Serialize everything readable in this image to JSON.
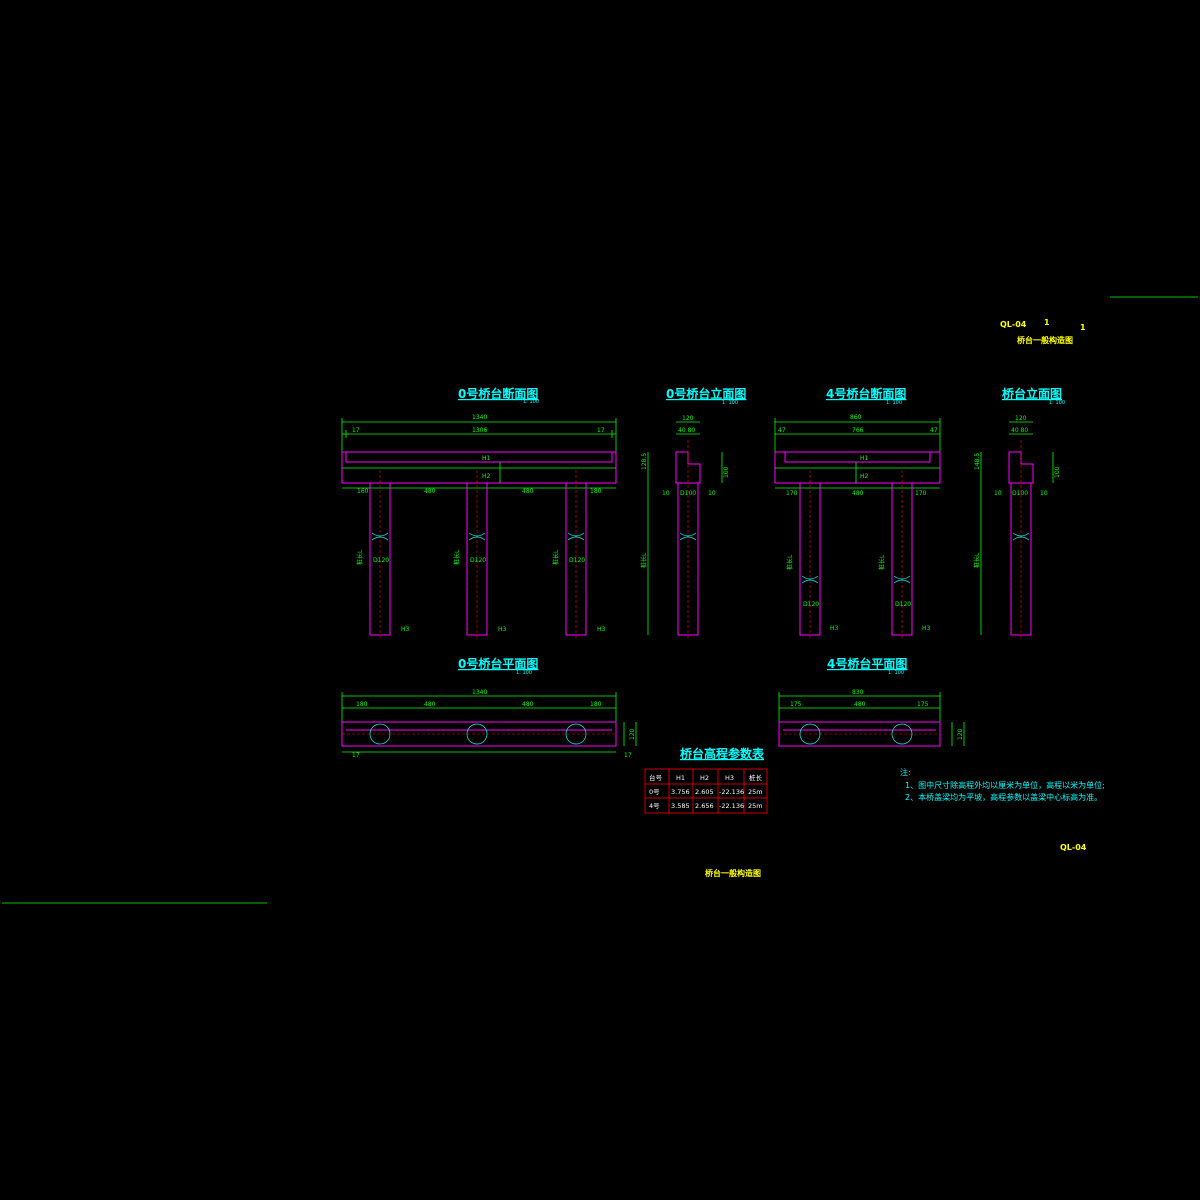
{
  "drawing": {
    "title_block": {
      "code_top": "QL-04",
      "sheet_no": "1",
      "sheet_total": "1",
      "title_top": "桥台一般构造图",
      "code_bottom": "QL-04",
      "title_bottom": "桥台一般构造图"
    },
    "views": {
      "abut0_section": {
        "title": "0号桥台断面图",
        "scale": "1: 100",
        "dim_total": "1340",
        "dim_left": "17",
        "dim_mid": "1306",
        "dim_right": "17",
        "dim_base": [
          "160",
          "480",
          "480",
          "180"
        ],
        "label_h1": "H1",
        "label_h2": "H2",
        "pile_dia": "D120",
        "pile_len": "桩长L",
        "label_h3": "H3"
      },
      "abut0_elev": {
        "title": "0号桥台立面图",
        "scale": "1: 100",
        "dim_top": "120",
        "dim_parts": "40 80",
        "dim_heights": [
          "128.5",
          "100"
        ],
        "dim_base": [
          "10",
          "D100",
          "10"
        ],
        "pile_len": "桩长L"
      },
      "abut4_section": {
        "title": "4号桥台断面图",
        "scale": "1: 100",
        "dim_total": "860",
        "dim_left": "47",
        "dim_mid": "766",
        "dim_right": "47",
        "dim_base": [
          "170",
          "480",
          "170"
        ],
        "label_h1": "H1",
        "label_h2": "H2",
        "pile_dia": "D120",
        "pile_len": "桩长L",
        "label_h3": "H3"
      },
      "abut_elev": {
        "title": "桥台立面图",
        "scale": "1: 100",
        "dim_top": "120",
        "dim_parts": "40 80",
        "dim_heights": [
          "148.5",
          "100"
        ],
        "dim_base": [
          "10",
          "D100",
          "10"
        ],
        "pile_len": "桩长L"
      },
      "abut0_plan": {
        "title": "0号桥台平面图",
        "scale": "1: 100",
        "dim_total": "1340",
        "dim_parts": [
          "180",
          "480",
          "480",
          "180"
        ],
        "dim_side": [
          "17",
          "17"
        ],
        "dim_width": "120"
      },
      "abut4_plan": {
        "title": "4号桥台平面图",
        "scale": "1: 100",
        "dim_total": "830",
        "dim_parts": [
          "175",
          "480",
          "175"
        ],
        "dim_width": "120"
      }
    },
    "param_table": {
      "title": "桥台高程参数表",
      "headers": [
        "台号",
        "H1",
        "H2",
        "H3",
        "桩长"
      ],
      "rows": [
        [
          "0号",
          "3.756",
          "2.605",
          "-22.136",
          "25m"
        ],
        [
          "4号",
          "3.585",
          "2.656",
          "-22.136",
          "25m"
        ]
      ]
    },
    "notes": {
      "heading": "注:",
      "items": [
        "1、图中尺寸除高程外均以厘米为单位，高程以米为单位;",
        "2、本桥盖梁均为平坡，高程参数以盖梁中心标高为准。"
      ]
    },
    "colors": {
      "background": "#000000",
      "dimension": "#00ff00",
      "outline": "#ff00ff",
      "title": "#00ffff",
      "label": "#ffff00",
      "axis": "#ff0000"
    }
  }
}
